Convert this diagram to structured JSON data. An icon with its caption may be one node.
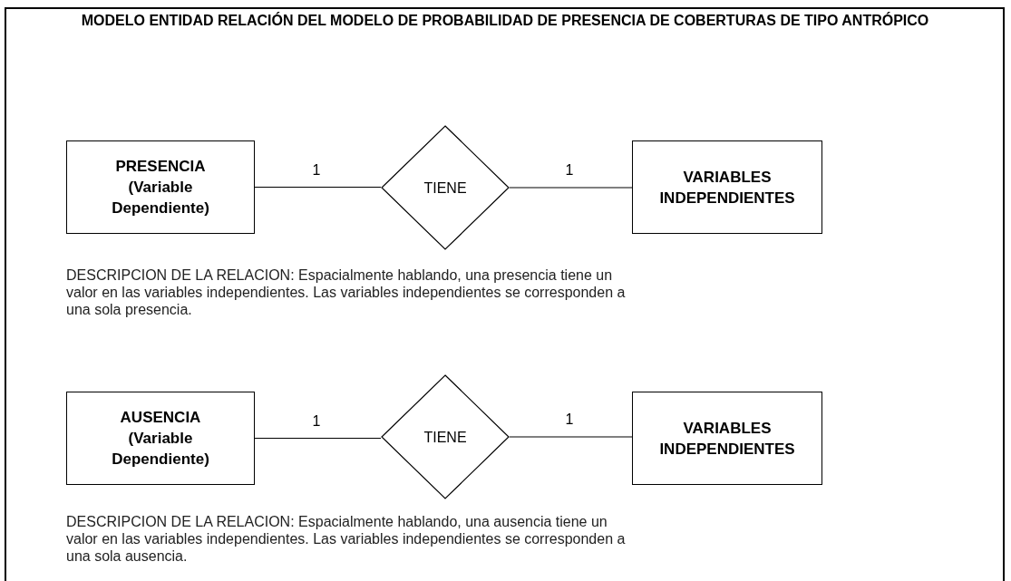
{
  "diagram": {
    "title": "MODELO ENTIDAD RELACIÓN DEL MODELO DE PROBABILIDAD DE PRESENCIA DE COBERTURAS DE TIPO ANTRÓPICO",
    "nodes": [
      {
        "text": [
          "PRESENCIA (Variable Dependiente)"
        ]
      },
      {
        "text": [
          "TIENE"
        ]
      },
      {
        "text": [
          "VARIABLES INDEPENDIENTES"
        ]
      },
      {
        "text": [
          "AUSENCIA (Variable Dependiente)"
        ]
      },
      {
        "text": [
          "TIENE"
        ]
      },
      {
        "text": [
          "VARIABLES INDEPENDIENTES"
        ]
      }
    ],
    "edges": [
      {
        "from": 0,
        "to": 1,
        "arrow": "none",
        "label": "1"
      },
      {
        "from": 1,
        "to": 2,
        "arrow": "none",
        "label": "1"
      },
      {
        "from": 3,
        "to": 4,
        "arrow": "none",
        "label": "1"
      },
      {
        "from": 4,
        "to": 5,
        "arrow": "none",
        "label": "1"
      }
    ],
    "labels": [
      "DESCRIPCION DE LA RELACION: Espacialmente hablando, una presencia tiene un valor en las variables independientes. Las variables independientes se corresponden a una sola presencia.",
      "DESCRIPCION DE LA RELACION: Espacialmente hablando, una ausencia tiene un valor en las variables independientes. Las variables independientes se corresponden a una sola ausencia."
    ]
  }
}
